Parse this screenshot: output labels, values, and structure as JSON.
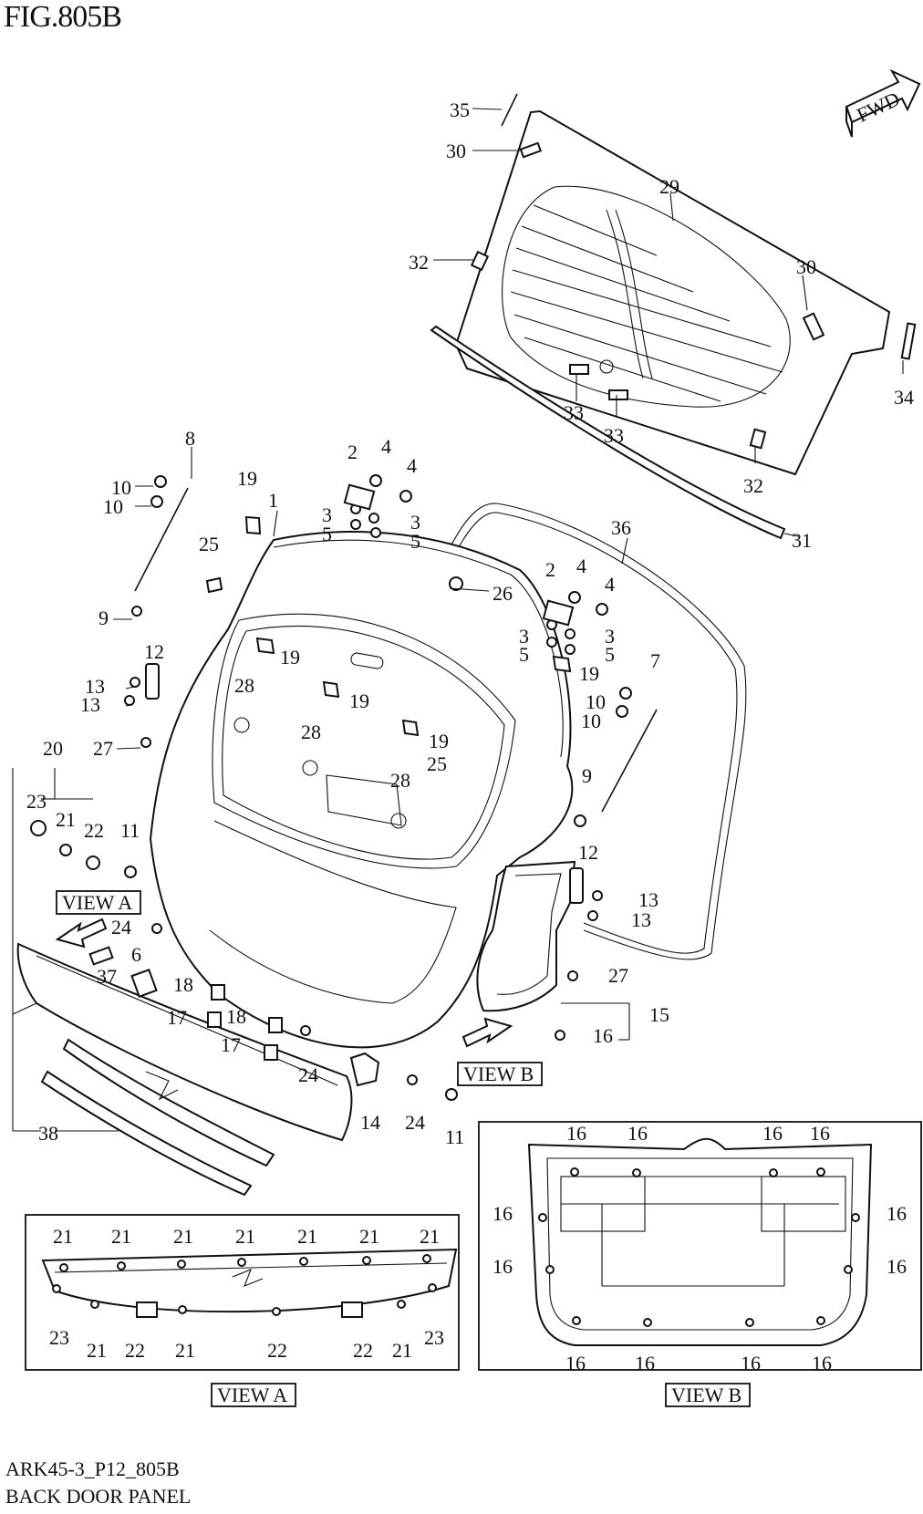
{
  "header": {
    "figure_title": "FIG.805B"
  },
  "footer": {
    "code": "ARK45-3_P12_805B",
    "caption": "BACK DOOR PANEL"
  },
  "badge": {
    "text": "FWD"
  },
  "view_labels": {
    "view_a": "VIEW A",
    "view_b": "VIEW B"
  },
  "callouts": [
    {
      "id": "c35",
      "text": "35"
    },
    {
      "id": "c30a",
      "text": "30"
    },
    {
      "id": "c29",
      "text": "29"
    },
    {
      "id": "c32a",
      "text": "32"
    },
    {
      "id": "c30b",
      "text": "30"
    },
    {
      "id": "c34",
      "text": "34"
    },
    {
      "id": "c33a",
      "text": "33"
    },
    {
      "id": "c33b",
      "text": "33"
    },
    {
      "id": "c32b",
      "text": "32"
    },
    {
      "id": "c31",
      "text": "31"
    },
    {
      "id": "c36",
      "text": "36"
    },
    {
      "id": "c8",
      "text": "8"
    },
    {
      "id": "c10a",
      "text": "10"
    },
    {
      "id": "c10b",
      "text": "10"
    },
    {
      "id": "c9a",
      "text": "9"
    },
    {
      "id": "c19a",
      "text": "19"
    },
    {
      "id": "c1",
      "text": "1"
    },
    {
      "id": "c2a",
      "text": "2"
    },
    {
      "id": "c4a",
      "text": "4"
    },
    {
      "id": "c4b",
      "text": "4"
    },
    {
      "id": "c3a",
      "text": "3"
    },
    {
      "id": "c3b",
      "text": "3"
    },
    {
      "id": "c5a",
      "text": "5"
    },
    {
      "id": "c5b",
      "text": "5"
    },
    {
      "id": "c25a",
      "text": "25"
    },
    {
      "id": "c26",
      "text": "26"
    },
    {
      "id": "c2b",
      "text": "2"
    },
    {
      "id": "c4c",
      "text": "4"
    },
    {
      "id": "c4d",
      "text": "4"
    },
    {
      "id": "c3c",
      "text": "3"
    },
    {
      "id": "c3d",
      "text": "3"
    },
    {
      "id": "c5c",
      "text": "5"
    },
    {
      "id": "c5d",
      "text": "5"
    },
    {
      "id": "c19b",
      "text": "19"
    },
    {
      "id": "c19c",
      "text": "19"
    },
    {
      "id": "c19d",
      "text": "19"
    },
    {
      "id": "c19e",
      "text": "19"
    },
    {
      "id": "c7",
      "text": "7"
    },
    {
      "id": "c10c",
      "text": "10"
    },
    {
      "id": "c10d",
      "text": "10"
    },
    {
      "id": "c12a",
      "text": "12"
    },
    {
      "id": "c13a",
      "text": "13"
    },
    {
      "id": "c13b",
      "text": "13"
    },
    {
      "id": "c28a",
      "text": "28"
    },
    {
      "id": "c28b",
      "text": "28"
    },
    {
      "id": "c28c",
      "text": "28"
    },
    {
      "id": "c25b",
      "text": "25"
    },
    {
      "id": "c20",
      "text": "20"
    },
    {
      "id": "c27a",
      "text": "27"
    },
    {
      "id": "c23",
      "text": "23"
    },
    {
      "id": "c21",
      "text": "21"
    },
    {
      "id": "c22",
      "text": "22"
    },
    {
      "id": "c11a",
      "text": "11"
    },
    {
      "id": "c9b",
      "text": "9"
    },
    {
      "id": "c12b",
      "text": "12"
    },
    {
      "id": "c13c",
      "text": "13"
    },
    {
      "id": "c13d",
      "text": "13"
    },
    {
      "id": "c24a",
      "text": "24"
    },
    {
      "id": "c6",
      "text": "6"
    },
    {
      "id": "c37",
      "text": "37"
    },
    {
      "id": "c18a",
      "text": "18"
    },
    {
      "id": "c17a",
      "text": "17"
    },
    {
      "id": "c18b",
      "text": "18"
    },
    {
      "id": "c17b",
      "text": "17"
    },
    {
      "id": "c27b",
      "text": "27"
    },
    {
      "id": "c15",
      "text": "15"
    },
    {
      "id": "c16m",
      "text": "16"
    },
    {
      "id": "c24b",
      "text": "24"
    },
    {
      "id": "c14",
      "text": "14"
    },
    {
      "id": "c24c",
      "text": "24"
    },
    {
      "id": "c11b",
      "text": "11"
    },
    {
      "id": "c38",
      "text": "38"
    }
  ],
  "view_a_callouts": [
    "21",
    "21",
    "21",
    "21",
    "21",
    "21",
    "21",
    "23",
    "21",
    "22",
    "21",
    "22",
    "22",
    "21",
    "23"
  ],
  "view_b_callouts": [
    "16",
    "16",
    "16",
    "16",
    "16",
    "16",
    "16",
    "16",
    "16",
    "16",
    "16",
    "16"
  ]
}
